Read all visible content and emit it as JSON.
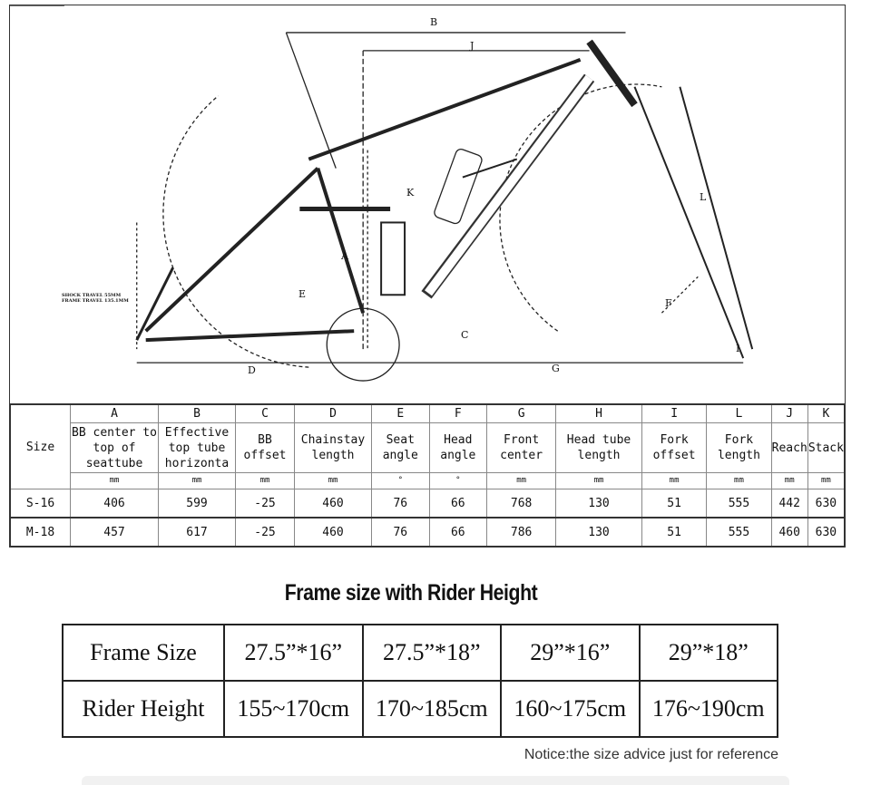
{
  "drawing": {
    "labels": [
      "B",
      "J",
      "K",
      "A",
      "E",
      "F",
      "C",
      "D",
      "G",
      "I",
      "L",
      "F"
    ],
    "note_line1": "SHOCK TRAVEL 55MM",
    "note_line2": "FRAME TRAVEL 135.1MM"
  },
  "geometry": {
    "size_header": "Size",
    "columns": [
      {
        "letter": "A",
        "desc": "BB center to top of seattube",
        "unit": "mm"
      },
      {
        "letter": "B",
        "desc": "Effective top tube horizonta",
        "unit": "mm"
      },
      {
        "letter": "C",
        "desc": "BB offset",
        "unit": "mm"
      },
      {
        "letter": "D",
        "desc": "Chainstay length",
        "unit": "mm"
      },
      {
        "letter": "E",
        "desc": "Seat angle",
        "unit": "°"
      },
      {
        "letter": "F",
        "desc": "Head angle",
        "unit": "°"
      },
      {
        "letter": "G",
        "desc": "Front center",
        "unit": "mm"
      },
      {
        "letter": "H",
        "desc": "Head tube length",
        "unit": "mm"
      },
      {
        "letter": "I",
        "desc": "Fork offset",
        "unit": "mm"
      },
      {
        "letter": "L",
        "desc": "Fork length",
        "unit": "mm"
      },
      {
        "letter": "J",
        "desc": "Reach",
        "unit": "mm"
      },
      {
        "letter": "K",
        "desc": "Stack",
        "unit": "mm"
      }
    ],
    "rows": [
      {
        "size": "S-16",
        "values": [
          "406",
          "599",
          "-25",
          "460",
          "76",
          "66",
          "768",
          "130",
          "51",
          "555",
          "442",
          "630"
        ]
      },
      {
        "size": "M-18",
        "values": [
          "457",
          "617",
          "-25",
          "460",
          "76",
          "66",
          "786",
          "130",
          "51",
          "555",
          "460",
          "630"
        ]
      }
    ]
  },
  "rider": {
    "title": "Frame size with Rider Height",
    "rows": [
      {
        "label": "Frame Size",
        "values": [
          "27.5”*16”",
          "27.5”*18”",
          "29”*16”",
          "29”*18”"
        ]
      },
      {
        "label": "Rider Height",
        "values": [
          "155~170cm",
          "170~185cm",
          "160~175cm",
          "176~190cm"
        ]
      }
    ],
    "notice": "Notice:the size advice just for reference"
  }
}
